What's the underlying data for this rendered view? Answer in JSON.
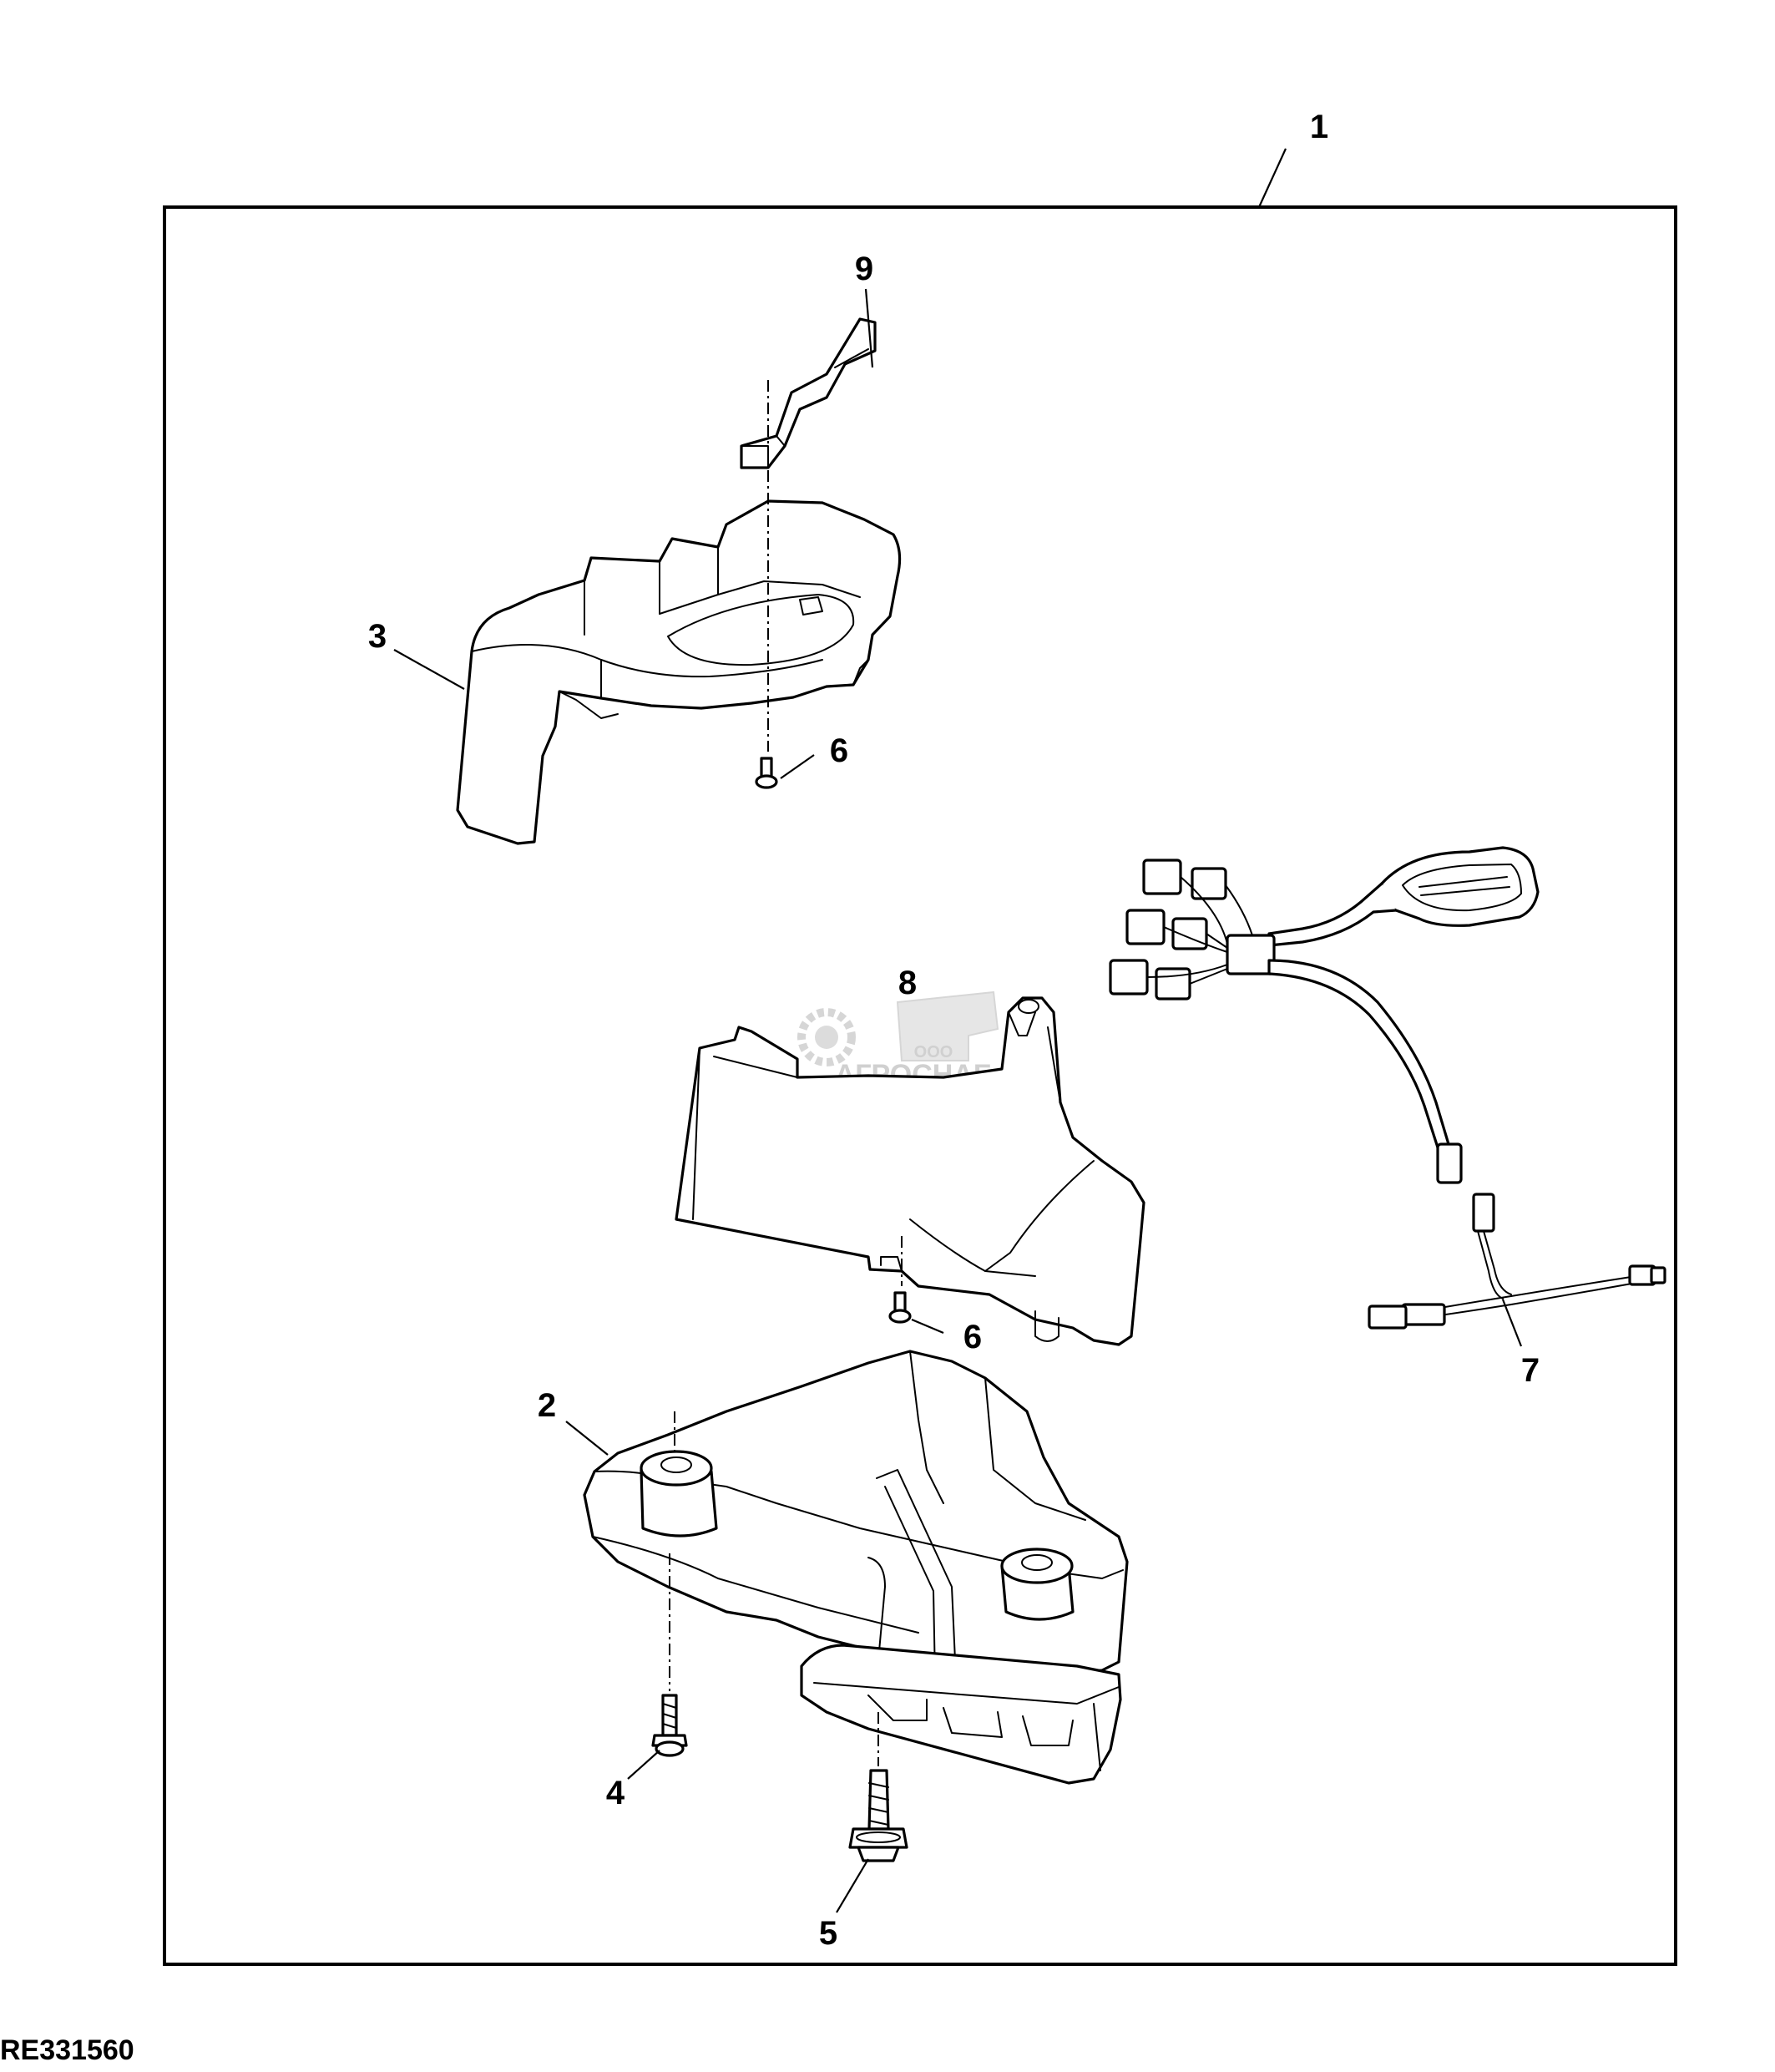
{
  "figure_id": "RE331560",
  "callouts": {
    "c1": "1",
    "c2": "2",
    "c3": "3",
    "c4": "4",
    "c5": "5",
    "c6a": "6",
    "c6b": "6",
    "c7": "7",
    "c8": "8",
    "c9": "9"
  },
  "watermark": {
    "line1": "ООО",
    "line2": "АГРОСНАБ"
  }
}
